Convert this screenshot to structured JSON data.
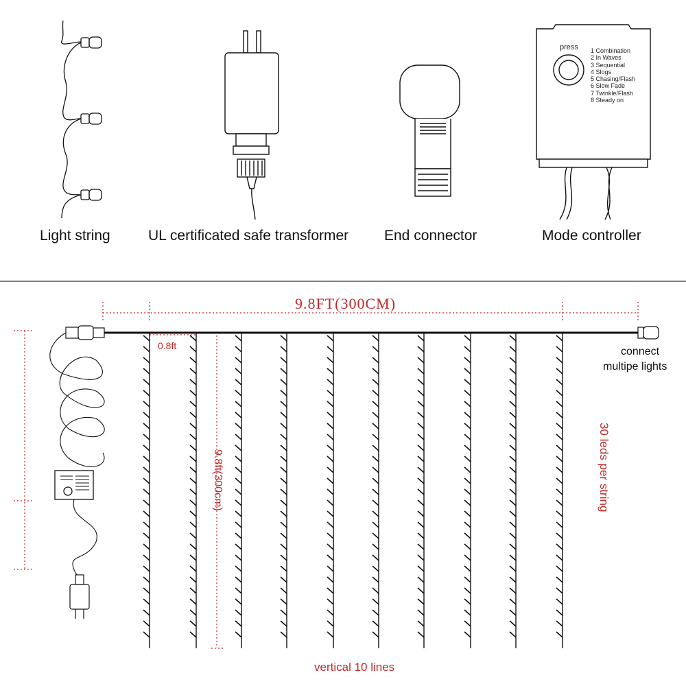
{
  "parts": {
    "light_string": "Light string",
    "transformer": "UL certificated safe transformer",
    "end_connector": "End connector",
    "mode_controller": "Mode controller"
  },
  "controller": {
    "button_label": "press",
    "modes": [
      "1 Combination",
      "2 In Waves",
      "3 Sequential",
      "4 Slogs",
      "5 Chasing/Flash",
      "6 Slow Fade",
      "7 Twinkle/Flash",
      "8 Steady on"
    ]
  },
  "diagram": {
    "width_label": "9.8FT(300CM)",
    "spacing_label": "0.8ft",
    "height_label": "9.8ft(300cm)",
    "connect_label_line1": "connect",
    "connect_label_line2": "multipe lights",
    "leds_label": "30 leds per string",
    "lines_label": "vertical 10 lines"
  },
  "colors": {
    "annotation_red": "#c0282a",
    "line": "#111111"
  }
}
